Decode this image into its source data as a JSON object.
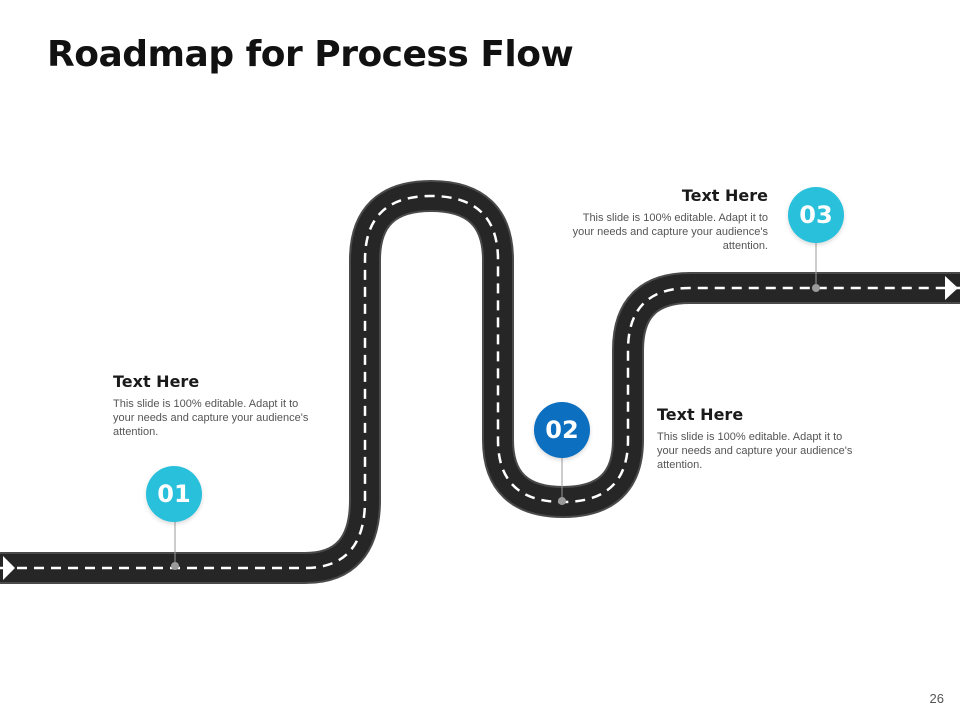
{
  "slide": {
    "title": "Roadmap for Process Flow",
    "page_number": "26"
  },
  "colors": {
    "road": "#262626",
    "road_edge": "#4a4a4a",
    "lane": "#ffffff",
    "marker_light": "#29c0dc",
    "marker_dark": "#0d6fbf"
  },
  "steps": [
    {
      "number": "01",
      "heading": "Text Here",
      "body": "This slide is 100% editable. Adapt it to your needs and capture your audience's attention.",
      "color": "#29c0dc"
    },
    {
      "number": "02",
      "heading": "Text Here",
      "body": "This slide is 100% editable. Adapt it to your needs and capture your audience's attention.",
      "color": "#0d6fbf"
    },
    {
      "number": "03",
      "heading": "Text Here",
      "body": "This slide is 100% editable. Adapt it to your needs and capture your audience's attention.",
      "color": "#29c0dc"
    }
  ]
}
